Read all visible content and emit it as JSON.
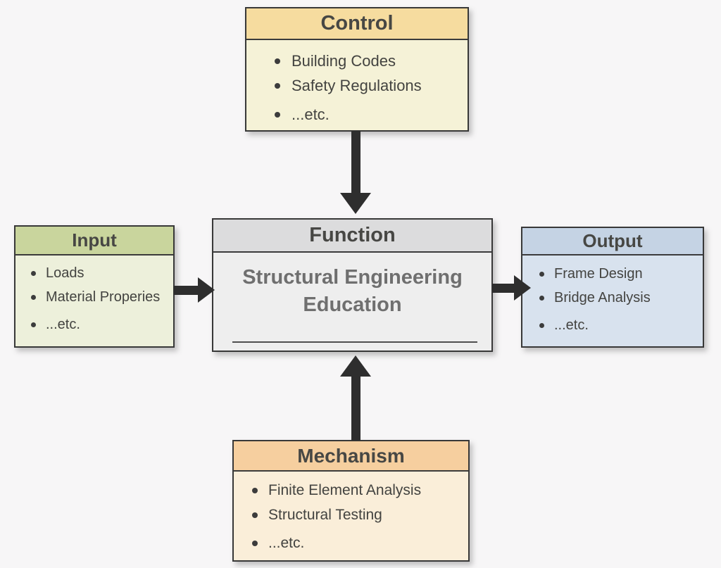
{
  "diagram": {
    "kind": "IDEF0 function block diagram",
    "boxes": {
      "control": {
        "title": "Control",
        "items": [
          "Building Codes",
          "Safety Regulations",
          "...etc."
        ],
        "header_color": "#f6dc9f",
        "body_color": "#f5f2d7"
      },
      "input": {
        "title": "Input",
        "items": [
          "Loads",
          "Material Properies",
          "...etc."
        ],
        "header_color": "#c9d59d",
        "body_color": "#edf0db"
      },
      "function": {
        "title": "Function",
        "label": "Structural Engineering Education",
        "header_color": "#dcdcdd",
        "body_color": "#eeeeee"
      },
      "output": {
        "title": "Output",
        "items": [
          "Frame Design",
          "Bridge Analysis",
          "...etc."
        ],
        "header_color": "#c5d3e4",
        "body_color": "#d8e2ee"
      },
      "mechanism": {
        "title": "Mechanism",
        "items": [
          "Finite Element Analysis",
          "Structural Testing",
          "...etc."
        ],
        "header_color": "#f6cf9f",
        "body_color": "#faeed9"
      }
    },
    "arrows": [
      {
        "name": "control-to-function",
        "direction": "down"
      },
      {
        "name": "input-to-function",
        "direction": "right"
      },
      {
        "name": "function-to-output",
        "direction": "right"
      },
      {
        "name": "mechanism-to-function",
        "direction": "up"
      }
    ],
    "arrow_color": "#2e2e2e"
  }
}
